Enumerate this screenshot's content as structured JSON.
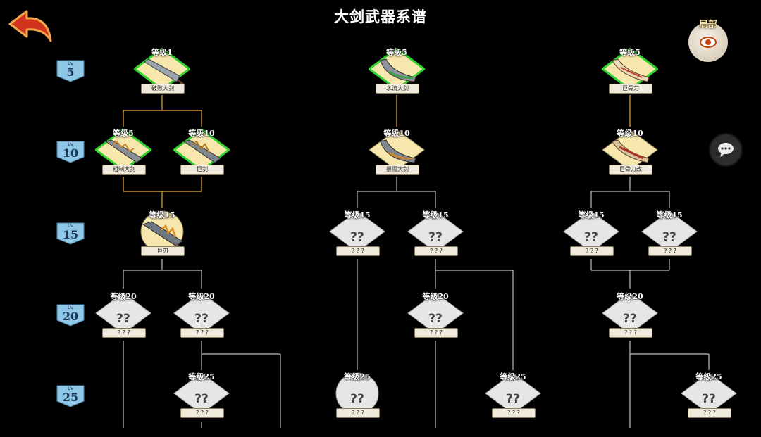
{
  "title": "大剑武器系谱",
  "view_button": {
    "label": "局部",
    "icon": "eye-icon"
  },
  "chat_button": {
    "icon": "speech-bubble-icon"
  },
  "back_button": {
    "icon": "back-arrow-icon"
  },
  "level_rows": [
    {
      "small": "Lv",
      "value": "5"
    },
    {
      "small": "Lv",
      "value": "10"
    },
    {
      "small": "Lv",
      "value": "15"
    },
    {
      "small": "Lv",
      "value": "20"
    },
    {
      "small": "Lv",
      "value": "25"
    }
  ],
  "nodes": [
    {
      "level": "等级1",
      "name": "破败大剑",
      "state": "active"
    },
    {
      "level": "等级5",
      "name": "粗制大剑",
      "state": "active"
    },
    {
      "level": "等级10",
      "name": "巨剑",
      "state": "active"
    },
    {
      "level": "等级15",
      "name": "巨刃",
      "state": "owned-round"
    },
    {
      "level": "等级20",
      "name": "? ? ?",
      "state": "unknown"
    },
    {
      "level": "等级20",
      "name": "? ? ?",
      "state": "unknown"
    },
    {
      "level": "等级25",
      "name": "? ? ?",
      "state": "unknown"
    },
    {
      "level": "等级5",
      "name": "水流大剑",
      "state": "active"
    },
    {
      "level": "等级10",
      "name": "暴雨大剑",
      "state": "owned"
    },
    {
      "level": "等级15",
      "name": "? ? ?",
      "state": "unknown"
    },
    {
      "level": "等级15",
      "name": "? ? ?",
      "state": "unknown"
    },
    {
      "level": "等级20",
      "name": "? ? ?",
      "state": "unknown"
    },
    {
      "level": "等级25",
      "name": "? ? ?",
      "state": "unknown-round"
    },
    {
      "level": "等级25",
      "name": "? ? ?",
      "state": "unknown"
    },
    {
      "level": "等级5",
      "name": "巨骨刀",
      "state": "active"
    },
    {
      "level": "等级10",
      "name": "巨骨刀改",
      "state": "owned"
    },
    {
      "level": "等级15",
      "name": "? ? ?",
      "state": "unknown"
    },
    {
      "level": "等级15",
      "name": "? ? ?",
      "state": "unknown"
    },
    {
      "level": "等级20",
      "name": "? ? ?",
      "state": "unknown"
    },
    {
      "level": "等级25",
      "name": "? ? ?",
      "state": "unknown"
    }
  ],
  "unknown_mark": "??",
  "colors": {
    "owned_line": "#c8922f",
    "locked_line": "#bdbdbd",
    "active_glow": "#2fd12f",
    "owned_fill": "#f7e7ad",
    "locked_fill": "#e6e6e6"
  }
}
